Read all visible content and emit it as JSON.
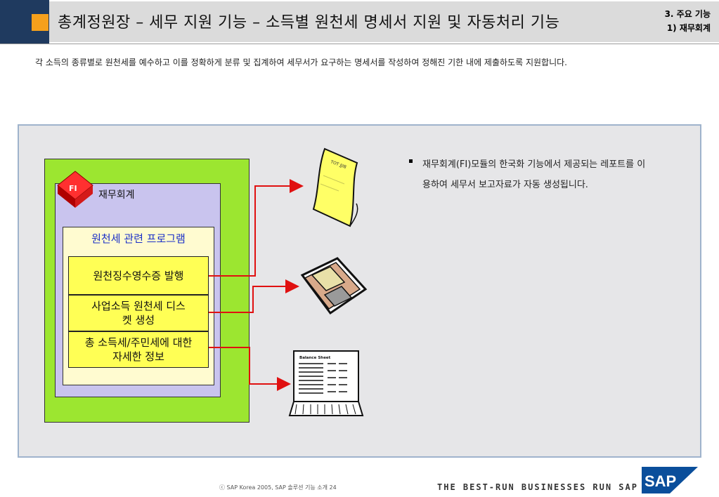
{
  "header": {
    "title": "총계정원장 – 세무 지원 기능 – 소득별 원천세 명세서 지원 및 자동처리 기능",
    "section_line1": "3. 주요 기능",
    "section_line2": "1) 재무회계"
  },
  "description": "각 소득의 종류별로 원천세를 예수하고 이를 정확하게 분류 및 집계하여 세무서가 요구하는 명세서를 작성하여 정해진 기한 내에 제출하도록 지원합니다.",
  "diagram": {
    "module_badge": "FI",
    "module_title": "재무회계",
    "programs_title": "원천세 관련 프로그램",
    "programs": [
      "원천징수영수증 발행",
      "사업소득 원천세 디스켓 생성",
      "총 소득세/주민세에 대한 자세한 정보"
    ],
    "bullet_text": "재무회계(FI)모듈의 한국화 기능에서 제공되는 레포트를 이용하여 세무서 보고자료가 자동 생성됩니다.",
    "document_doodle": "TOT JJIB",
    "sheet_label": "Balance Sheet"
  },
  "footer": {
    "copyright": "ⓒ  SAP Korea 2005, SAP 솔루션 기능 소개    24",
    "tagline": "THE BEST-RUN BUSINESSES RUN SAP",
    "logo_text": "SAP"
  },
  "colors": {
    "navy": "#1f3a5f",
    "orange": "#f5a01c",
    "green": "#9ce630",
    "lavender": "#c9c4ee",
    "yellow": "#ffff55",
    "arrow": "#e01010",
    "sap_blue": "#0a4e9b"
  },
  "icons": [
    "fi-cube-icon",
    "paper-document-icon",
    "floppy-disk-icon",
    "balance-sheet-printout-icon",
    "sap-logo"
  ]
}
